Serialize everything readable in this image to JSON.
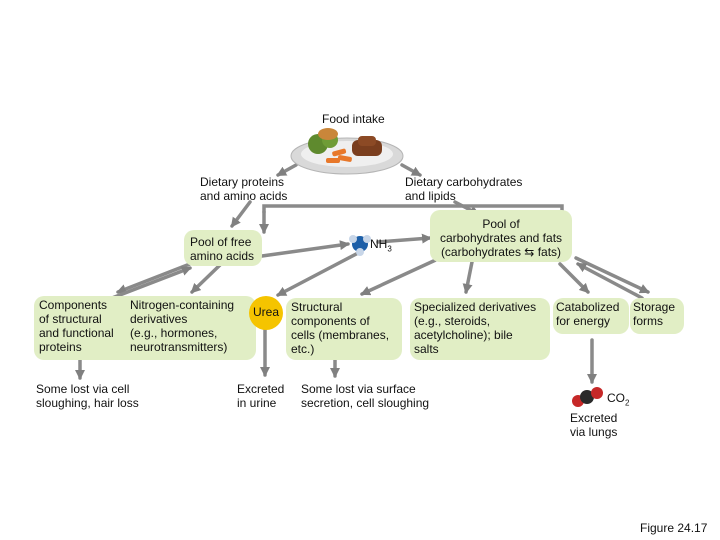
{
  "title": "Food intake",
  "dietary_proteins": "Dietary proteins\nand amino acids",
  "dietary_carbs": "Dietary carbohydrates\nand lipids",
  "pool_amino": "Pool of free\namino acids",
  "nh3": {
    "base": "NH",
    "sub": "3"
  },
  "pool_carbs": "Pool of\ncarbohydrates and fats\n(carbohydrates ⇆ fats)",
  "components": "Components\nof structural\nand functional\nproteins",
  "nitrogen": "Nitrogen-containing\nderivatives\n(e.g., hormones,\nneurotransmitters)",
  "urea": "Urea",
  "structural": "Structural\ncomponents of\ncells (membranes,\netc.)",
  "specialized": "Specialized derivatives\n(e.g., steroids,\nacetylcholine); bile\nsalts",
  "catabolized": "Catabolized\nfor energy",
  "storage": "Storage\nforms",
  "lost_cell": "Some lost via cell\nsloughing, hair loss",
  "excreted_urine": "Excreted\nin urine",
  "lost_surface": "Some lost via surface\nsecretion, cell sloughing",
  "co2": {
    "base": "CO",
    "sub": "2"
  },
  "excreted_lungs": "Excreted\nvia lungs",
  "figure_label": "Figure 24.17",
  "colors": {
    "box": "#e1eec5",
    "arrow": "#808080",
    "urea": "#f5c400"
  }
}
